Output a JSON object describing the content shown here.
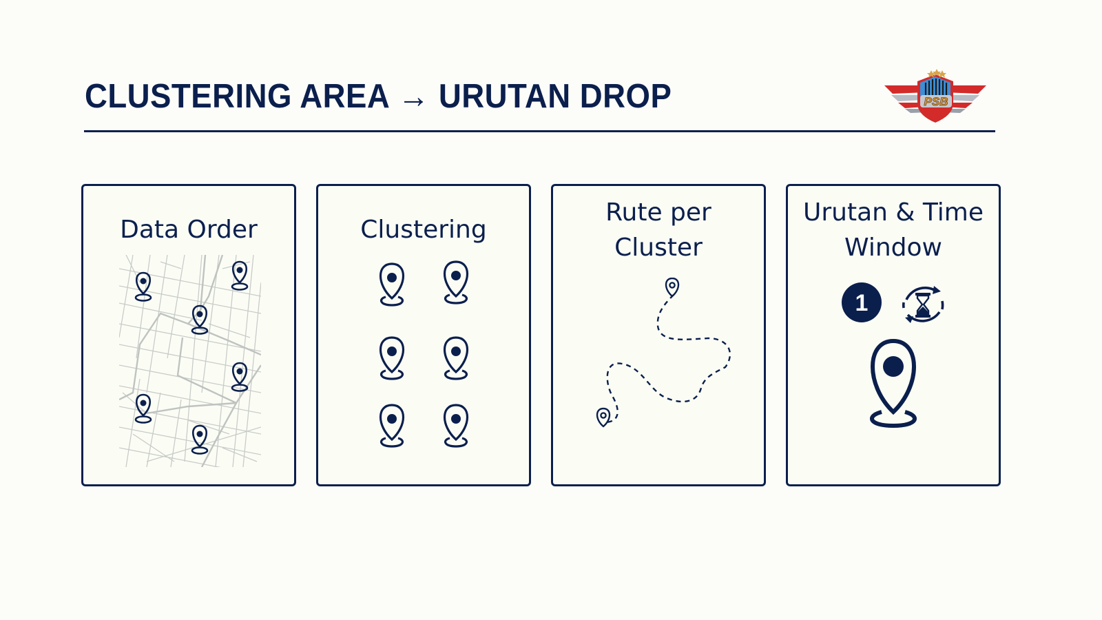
{
  "header": {
    "title": "CLUSTERING AREA → URUTAN DROP",
    "logo_text": "PSB",
    "logo_icon": "psb-winged-shield-logo"
  },
  "colors": {
    "primary": "#0b1f4d",
    "background": "#fcfcf9",
    "card_fill": "#fbfdf5",
    "map_streets": "#c8cbc8",
    "logo_red": "#d32a2a",
    "logo_blue": "#3b8fd8",
    "logo_gold": "#d9a54a"
  },
  "steps": [
    {
      "title": "Data Order",
      "icon": "street-map-with-pins-icon",
      "pin_count": 6
    },
    {
      "title": "Clustering",
      "icon": "location-pins-grid-icon",
      "pin_count": 6
    },
    {
      "title": "Rute per\nCluster",
      "icon": "dashed-route-path-icon",
      "pin_count": 2
    },
    {
      "title": "Urutan & Time\nWindow",
      "icon": "sequence-time-window-icon",
      "sequence_number": "1",
      "sub_icons": [
        "number-one-badge-icon",
        "hourglass-refresh-icon",
        "location-pin-icon"
      ]
    }
  ]
}
